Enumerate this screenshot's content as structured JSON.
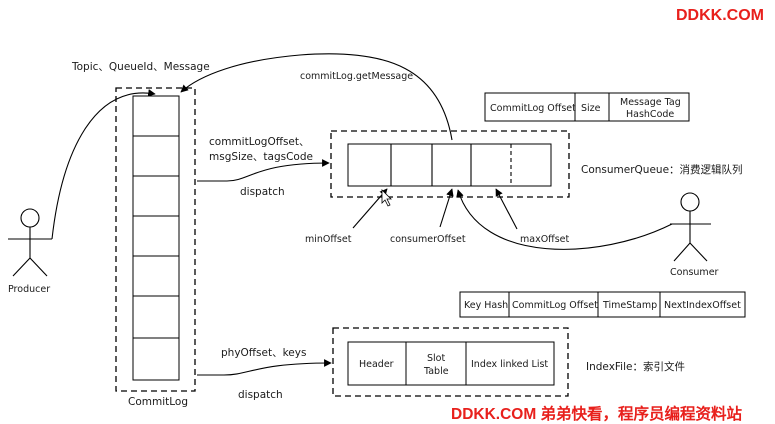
{
  "watermark_top": "DDKK.COM",
  "watermark_bottom": "DDKK.COM 弟弟快看，程序员编程资料站",
  "labels": {
    "topic_queue_message": "Topic、QueueId、Message",
    "commitlog_getmessage": "commitLog.getMessage",
    "commit_fields_line1": "commitLogOffset、",
    "commit_fields_line2": "msgSize、tagsCode",
    "dispatch_top": "dispatch",
    "dispatch_bottom": "dispatch",
    "phy_offset_keys": "phyOffset、keys",
    "min_offset": "minOffset",
    "consumer_offset": "consumerOffset",
    "max_offset": "maxOffset",
    "consumer_queue": "ConsumerQueue：消费逻辑队列",
    "index_file": "IndexFile：索引文件",
    "commit_log": "CommitLog",
    "producer": "Producer",
    "consumer": "Consumer"
  },
  "cq_record_fields": [
    "CommitLog Offset",
    "Size",
    "Message Tag",
    "HashCode"
  ],
  "index_record_fields": [
    "Key Hash",
    "CommitLog Offset",
    "TimeStamp",
    "NextIndexOffset"
  ],
  "index_file_parts": {
    "header": "Header",
    "slot_line1": "Slot",
    "slot_line2": "Table",
    "index_list": "Index linked List"
  }
}
